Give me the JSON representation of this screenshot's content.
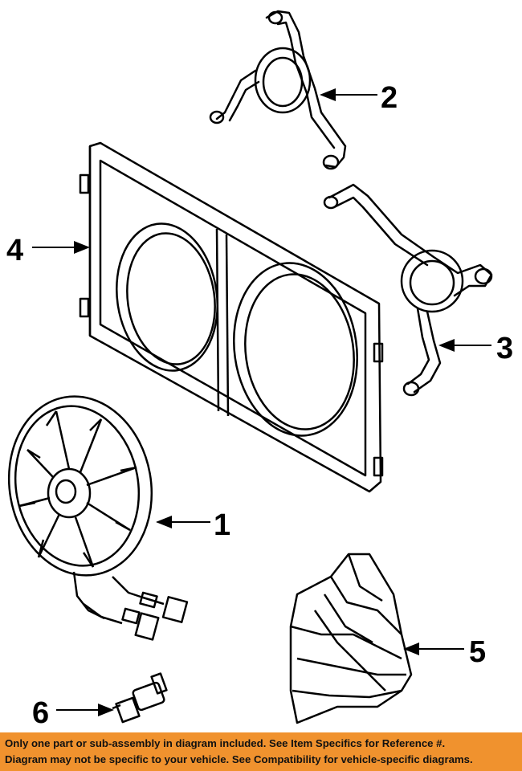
{
  "callouts": [
    {
      "id": "1",
      "label": "1"
    },
    {
      "id": "2",
      "label": "2"
    },
    {
      "id": "3",
      "label": "3"
    },
    {
      "id": "4",
      "label": "4"
    },
    {
      "id": "5",
      "label": "5"
    },
    {
      "id": "6",
      "label": "6"
    }
  ],
  "parts": [
    {
      "number": "1",
      "icon": "fan-assembly-icon"
    },
    {
      "number": "2",
      "icon": "upper-radiator-hose-icon"
    },
    {
      "number": "3",
      "icon": "lower-radiator-hose-icon"
    },
    {
      "number": "4",
      "icon": "fan-shroud-icon"
    },
    {
      "number": "5",
      "icon": "air-deflector-icon"
    },
    {
      "number": "6",
      "icon": "temperature-switch-icon"
    }
  ],
  "banner": {
    "line1": "Only one part or sub-assembly in diagram included. See Item Specifics for Reference #.",
    "line2": "Diagram may not be specific to your vehicle. See Compatibility for vehicle-specific diagrams.",
    "color": "#f0922e"
  }
}
